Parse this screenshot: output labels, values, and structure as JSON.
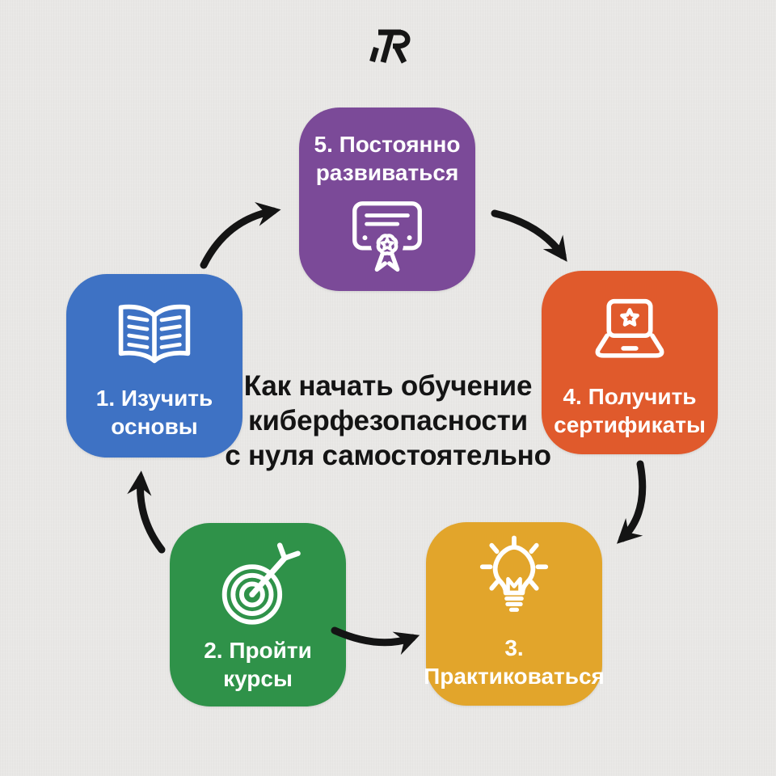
{
  "colors": {
    "background": "#e9e8e6",
    "title_text": "#141414",
    "arrow_ink": "#141414",
    "label_text": "#ffffff"
  },
  "brand": {
    "logo_icon": "7r-monogram-icon"
  },
  "title": {
    "lines": [
      "Как начать обучение",
      "киберфезопасности",
      "с нуля самостоятельно"
    ]
  },
  "steps": [
    {
      "number": "1",
      "label_lines": [
        "1. Изучить",
        "основы"
      ],
      "color": "#3e72c4",
      "icon": "open-book-icon"
    },
    {
      "number": "2",
      "label_lines": [
        "2. Пройти",
        "курсы"
      ],
      "color": "#2f9249",
      "icon": "target-arrow-icon"
    },
    {
      "number": "3",
      "label_lines": [
        "3.",
        "Практиковаться"
      ],
      "color": "#e2a52b",
      "icon": "lightbulb-icon"
    },
    {
      "number": "4",
      "label_lines": [
        "4. Получить",
        "сертификаты"
      ],
      "color": "#e05a2c",
      "icon": "laptop-star-icon"
    },
    {
      "number": "5",
      "label_lines": [
        "5. Постоянно",
        "развиваться"
      ],
      "color": "#7b4a98",
      "icon": "certificate-icon"
    }
  ],
  "arrows": [
    {
      "from": "step-1",
      "to": "step-5"
    },
    {
      "from": "step-5",
      "to": "step-4"
    },
    {
      "from": "step-4",
      "to": "step-3"
    },
    {
      "from": "step-2",
      "to": "step-3"
    },
    {
      "from": "step-2",
      "to": "step-1"
    }
  ]
}
